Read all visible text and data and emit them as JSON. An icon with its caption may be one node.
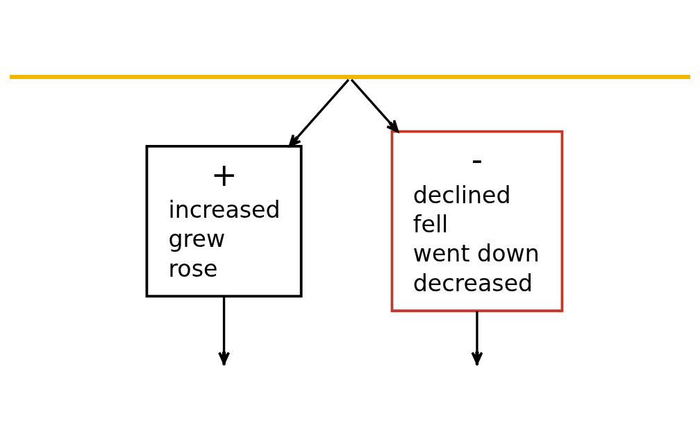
{
  "diagram": {
    "nodes": [
      {
        "text": [],
        "shape": "bar"
      },
      {
        "text": [
          "+",
          "increased",
          "grew",
          "rose"
        ]
      },
      {
        "text": [
          "-",
          "declined",
          "fell",
          "went down",
          "decreased"
        ]
      }
    ],
    "edges": [
      {
        "from": 0,
        "to": 1,
        "arrow": "to"
      },
      {
        "from": 0,
        "to": 2,
        "arrow": "to"
      },
      {
        "from": 1,
        "to": null,
        "arrow": "to"
      },
      {
        "from": 2,
        "to": null,
        "arrow": "to"
      }
    ]
  }
}
